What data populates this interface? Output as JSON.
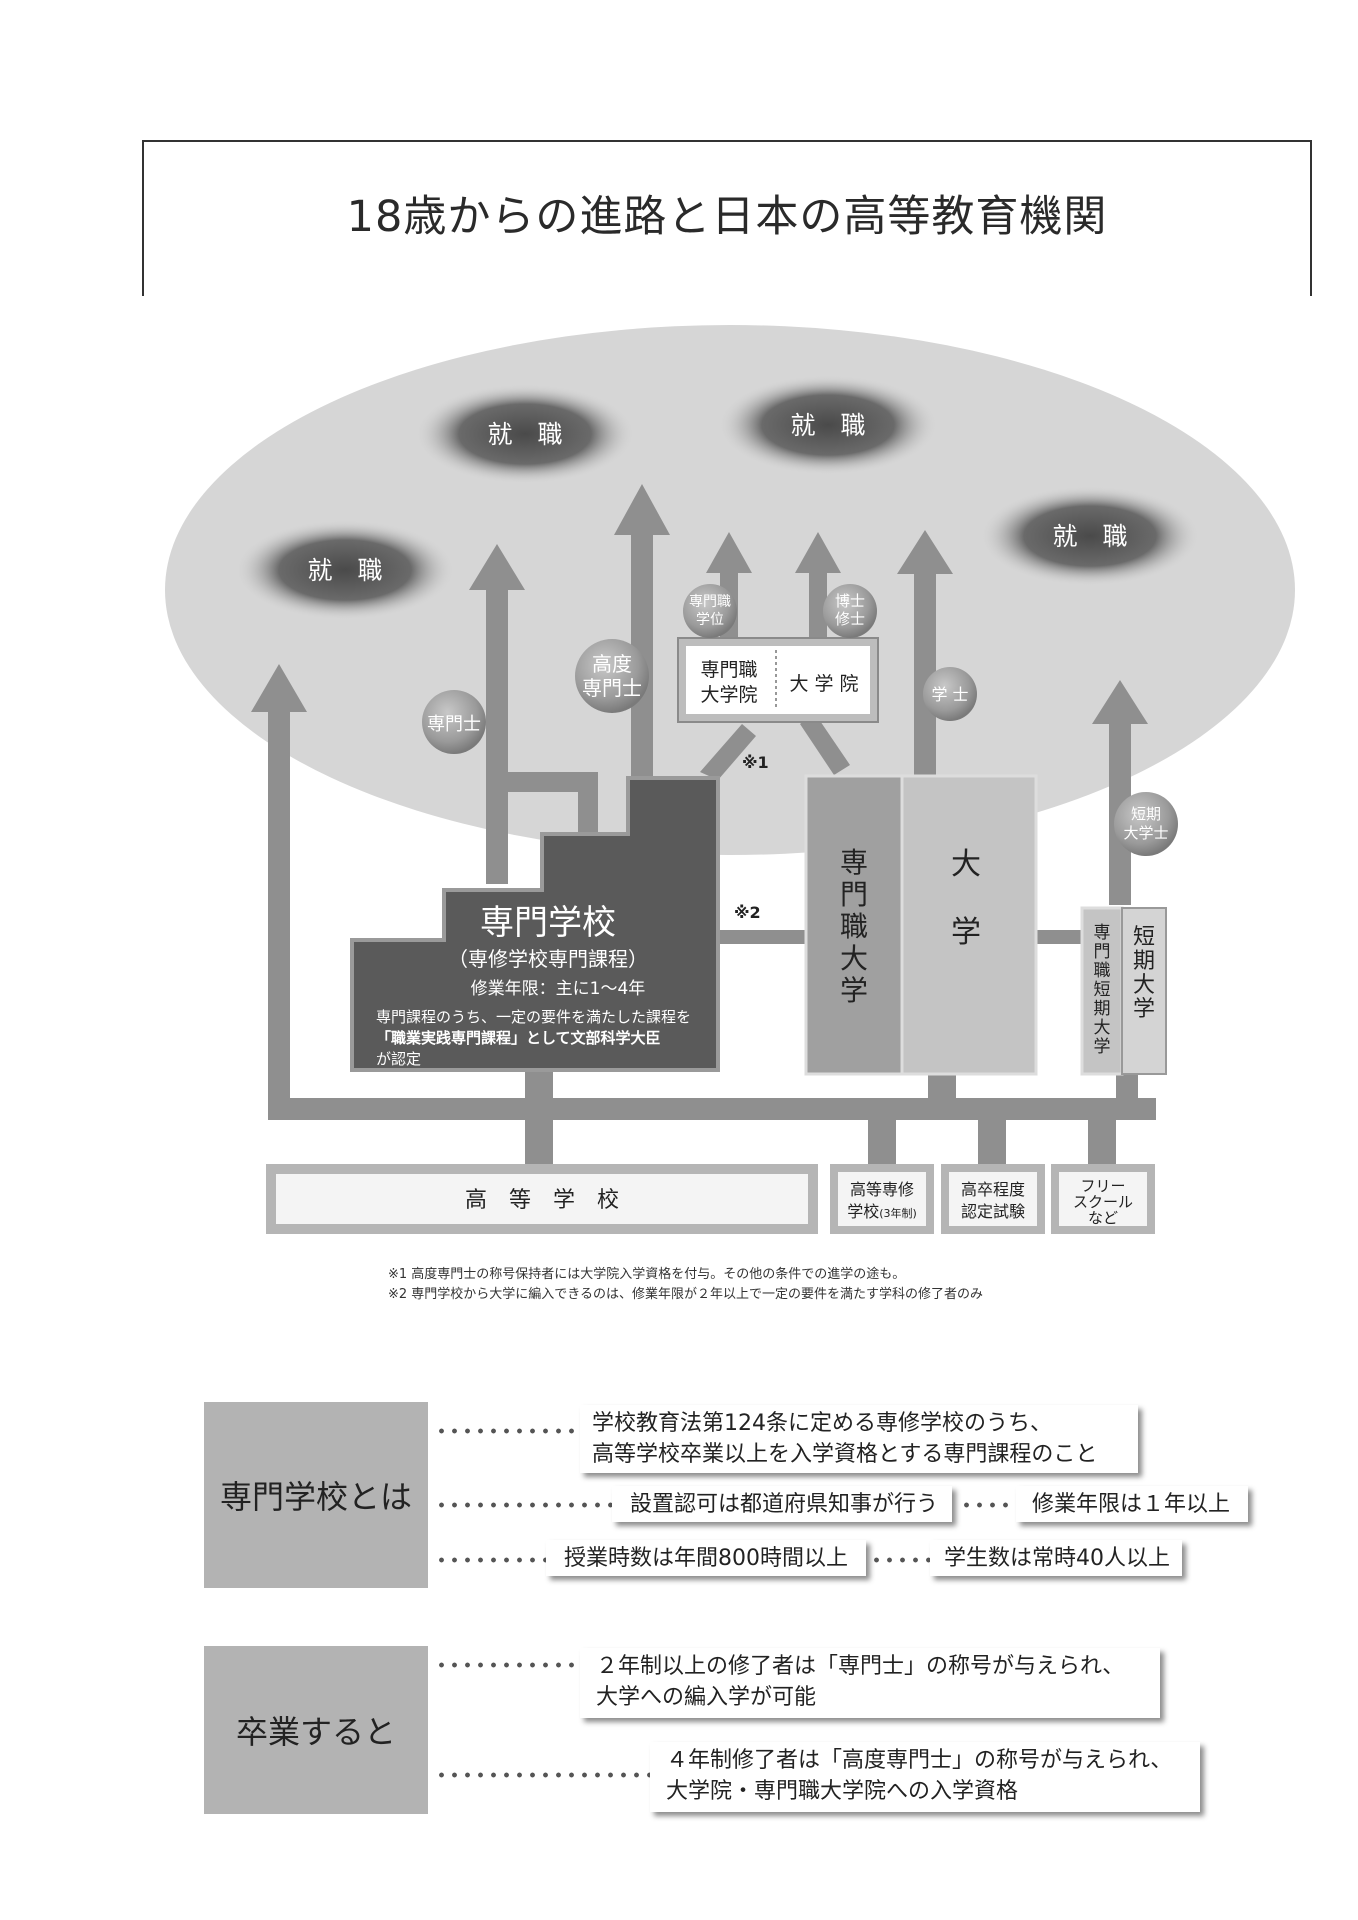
{
  "title": "18歳からの進路と日本の高等教育機関",
  "diagram": {
    "employment_label": "就　職",
    "badges": {
      "senmonshi": "専門士",
      "kodo_senmonshi": [
        "高度",
        "専門士"
      ],
      "senmonshoku_gakui": [
        "専門職",
        "学位"
      ],
      "hakushi_shushi": [
        "博士",
        "修士"
      ],
      "gakushi": "学 士",
      "tanki_daigakushi": [
        "短期",
        "大学士"
      ]
    },
    "graduate_school": {
      "professional": [
        "専門職",
        "大学院"
      ],
      "general": "大 学 院"
    },
    "note_marks": {
      "n1": "※1",
      "n2": "※2"
    },
    "vocational_school": {
      "name": "専門学校",
      "sub": "（専修学校専門課程）",
      "years": "修業年限：主に1～4年",
      "desc": [
        "専門課程のうち、一定の要件を満たした課程を",
        "「職業実践専門課程」として文部科学大臣",
        "が認定"
      ]
    },
    "professional_university": [
      "専",
      "門",
      "職",
      "大",
      "学"
    ],
    "university": [
      "大",
      "学"
    ],
    "junior_college": [
      "短",
      "期",
      "大",
      "学"
    ],
    "professional_junior_college": [
      "専",
      "門",
      "職",
      "短",
      "期",
      "大",
      "学"
    ],
    "bottom": {
      "high_school": "高　等　学　校",
      "koto_senshu": [
        "高等専修",
        "学校",
        "(3年制)"
      ],
      "kosotsu": [
        "高卒程度",
        "認定試験"
      ],
      "free_school": [
        "フリー",
        "スクール",
        "など"
      ]
    }
  },
  "notes": [
    "※1  高度専門士の称号保持者には大学院入学資格を付与。その他の条件での進学の途も。",
    "※2  専門学校から大学に編入できるのは、修業年限が２年以上で一定の要件を満たす学科の修了者のみ"
  ],
  "about": {
    "heading": "専門学校とは",
    "items": [
      [
        "学校教育法第124条に定める専修学校のうち、",
        "高等学校卒業以上を入学資格とする専門課程のこと"
      ],
      "設置認可は都道府県知事が行う",
      "修業年限は１年以上",
      "授業時数は年間800時間以上",
      "学生数は常時40人以上"
    ]
  },
  "graduate": {
    "heading": "卒業すると",
    "items": [
      [
        "２年制以上の修了者は「専門士」の称号が与えられ、",
        "大学への編入学が可能"
      ],
      [
        "４年制修了者は「高度専門士」の称号が与えられ、",
        "大学院・専門職大学院への入学資格"
      ]
    ]
  },
  "colors": {
    "ellipse": "#d6d6d6",
    "arrow": "#8f8f8f",
    "vocational": "#5a5a5a",
    "university": "#b4b4b4"
  }
}
